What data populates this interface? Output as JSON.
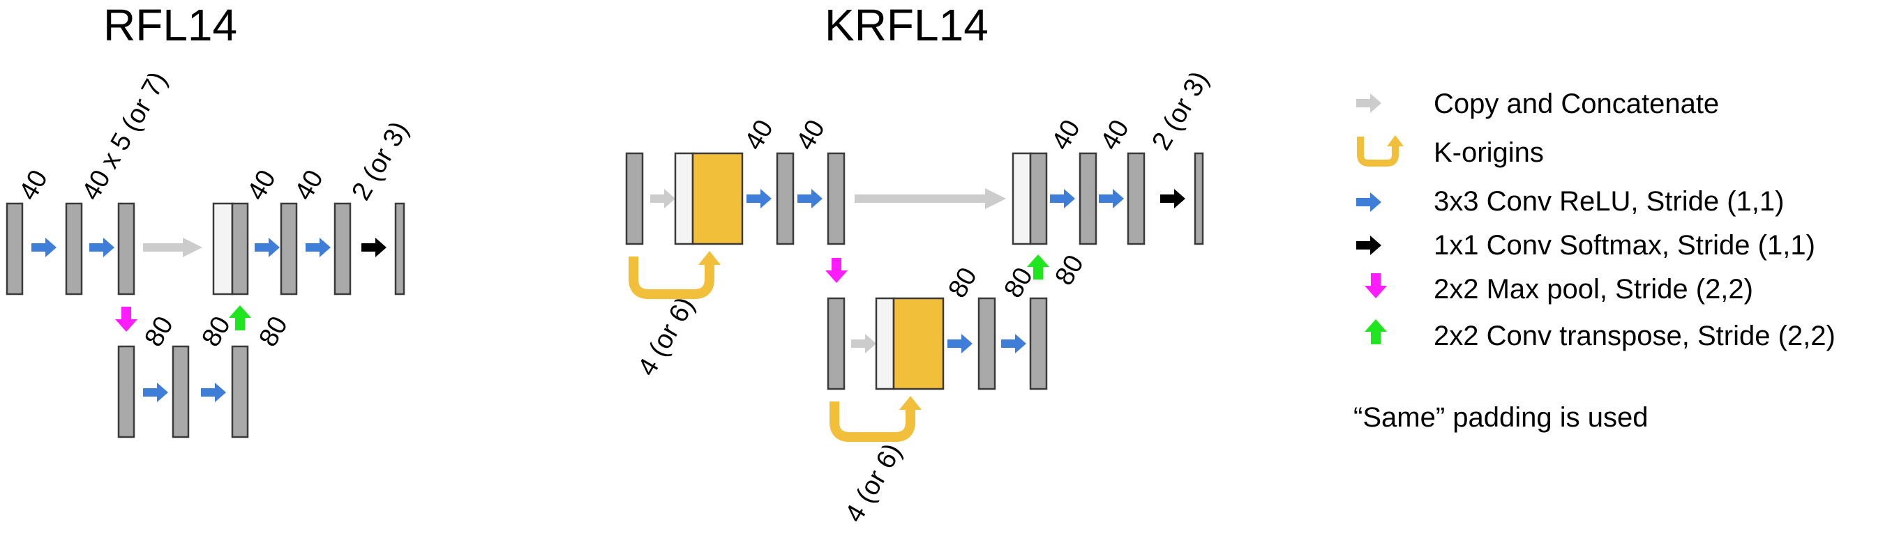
{
  "titles": {
    "rfl": "RFL14",
    "krfl": "KRFL14"
  },
  "rfl_labels": {
    "c1": "40",
    "c2": "40 x 5 (or 7)",
    "c3": "40",
    "c4": "40",
    "c5": "2 (or 3)",
    "b1": "80",
    "b2": "80",
    "b3": "80"
  },
  "krfl_labels": {
    "c1": "40",
    "c2": "40",
    "c3": "40",
    "c4": "40",
    "c5": "2 (or 3)",
    "b1": "80",
    "b2": "80",
    "b3": "80",
    "k_top": "4 (or 6)",
    "k_bottom": "4 (or 6)"
  },
  "legend": {
    "items": [
      {
        "icon": "gray-arrow-icon",
        "color": "#cccccc",
        "label": "Copy and Concatenate"
      },
      {
        "icon": "k-origins-icon",
        "color": "#f2bf3a",
        "label": "K-origins"
      },
      {
        "icon": "blue-arrow-icon",
        "color": "#3f7ed8",
        "label": "3x3 Conv ReLU, Stride (1,1)"
      },
      {
        "icon": "black-arrow-icon",
        "color": "#000000",
        "label": "1x1 Conv Softmax, Stride (1,1)"
      },
      {
        "icon": "magenta-arrow-icon",
        "color": "#ff1dff",
        "label": "2x2 Max pool, Stride (2,2)"
      },
      {
        "icon": "green-arrow-icon",
        "color": "#1fe61f",
        "label": "2x2 Conv transpose, Stride (2,2)"
      }
    ],
    "note": "“Same” padding is used"
  },
  "colors": {
    "layer": "#a9a9a9",
    "copy": "#cccccc",
    "conv": "#3f7ed8",
    "softmax": "#000000",
    "pool": "#ff1dff",
    "upconv": "#1fe61f",
    "k_origins": "#f2bf3a"
  }
}
